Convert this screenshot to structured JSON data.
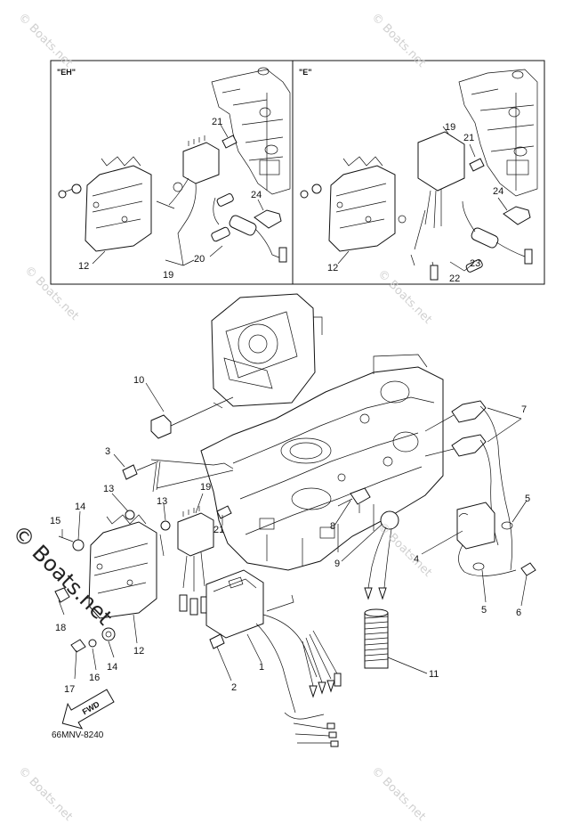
{
  "inset_labels": {
    "left": "\"EH\"",
    "right": "\"E\""
  },
  "drawing_code": "66MNV-8240",
  "arrow_label": "FWD",
  "watermark": "© Boats.net",
  "callouts": {
    "c1": "1",
    "c2": "2",
    "c3": "3",
    "c4": "4",
    "c5a": "5",
    "c5b": "5",
    "c6": "6",
    "c7": "7",
    "c8": "8",
    "c9": "9",
    "c10": "10",
    "c11": "11",
    "c12a": "12",
    "c12b": "12",
    "c12c": "12",
    "c13a": "13",
    "c13b": "13",
    "c14a": "14",
    "c14b": "14",
    "c15": "15",
    "c16": "16",
    "c17": "17",
    "c18": "18",
    "c19a": "19",
    "c19b": "19",
    "c19c": "19",
    "c20": "20",
    "c21a": "21",
    "c21b": "21",
    "c21c": "21",
    "c22": "22",
    "c23": "23",
    "c24a": "24",
    "c24b": "24"
  }
}
